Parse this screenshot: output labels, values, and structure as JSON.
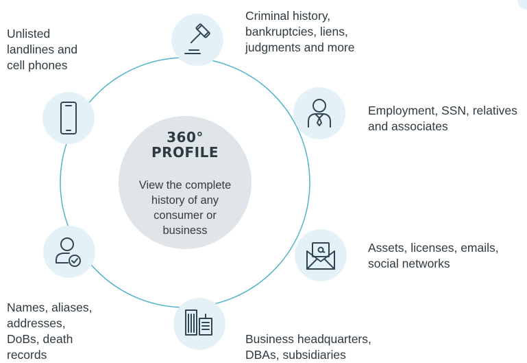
{
  "center": {
    "title_line1": "360°",
    "title_line2": "PROFILE",
    "description": "View the complete history of any consumer or business"
  },
  "nodes": [
    {
      "icon": "gavel-icon",
      "label": "Criminal history, bankruptcies, liens, judgments and more"
    },
    {
      "icon": "person-tie-icon",
      "label": "Employment, SSN, relatives and associates"
    },
    {
      "icon": "email-envelope-icon",
      "label": "Assets, licenses, emails, social networks"
    },
    {
      "icon": "buildings-icon",
      "label": "Business headquarters, DBAs, subsidiaries"
    },
    {
      "icon": "user-check-icon",
      "label": "Names, aliases, addresses, DoBs, death records"
    },
    {
      "icon": "mobile-phone-icon",
      "label": "Unlisted landlines and cell phones"
    }
  ],
  "colors": {
    "ring": "#4fb3c9",
    "node_fill": "#e4f2f8",
    "icon_stroke": "#2f4652",
    "center_fill": "#dfe5e8",
    "text": "#2f3a40"
  }
}
